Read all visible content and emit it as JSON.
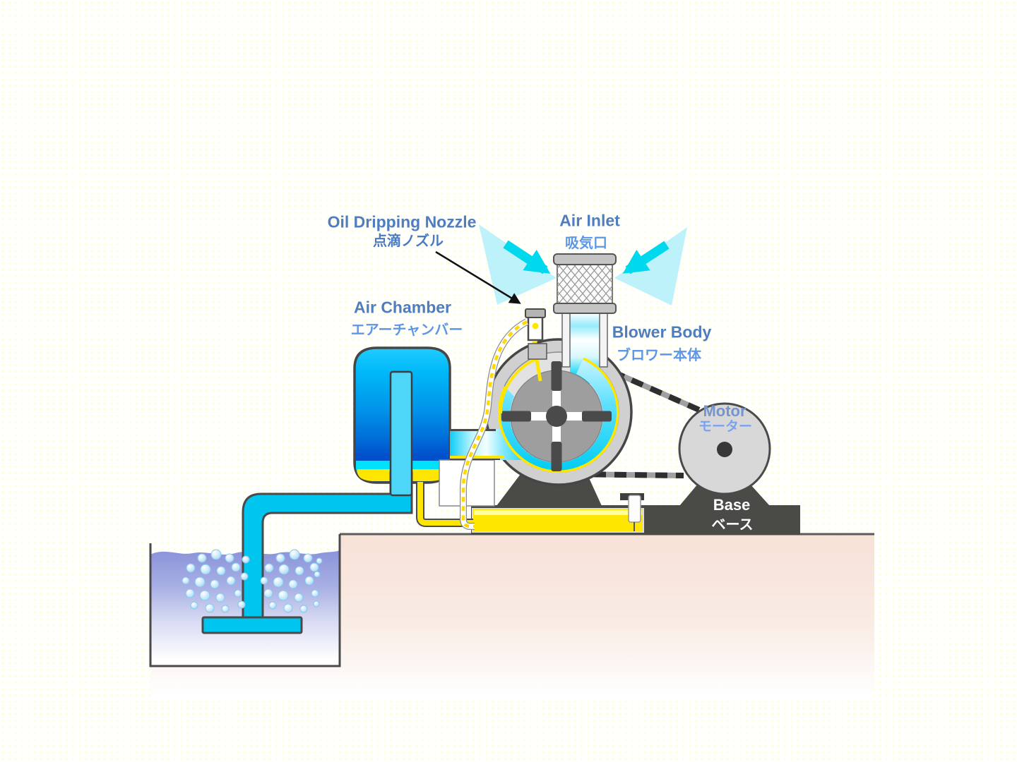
{
  "labels": {
    "oil_nozzle": {
      "en": "Oil Dripping Nozzle",
      "jp": "点滴ノズル"
    },
    "air_inlet": {
      "en": "Air Inlet",
      "jp": "吸気口"
    },
    "air_chamber": {
      "en": "Air Chamber",
      "jp": "エアーチャンバー"
    },
    "blower_body": {
      "en": "Blower Body",
      "jp": "ブロワー本体"
    },
    "motor": {
      "en": "Motor",
      "jp": "モーター"
    },
    "base": {
      "en": "Base",
      "jp": "ベース"
    }
  },
  "colors": {
    "label_blue": "#4f7dbd",
    "label_blue_light": "#5e97e6",
    "pipe_cyan": "#00c6ef",
    "oil_yellow": "#ffe600",
    "machine_gray": "#4a4a46",
    "ground_pink": "#f7e2d8",
    "water_blue": "#8b93da",
    "air_arrow_cyan": "#00d8ee"
  }
}
